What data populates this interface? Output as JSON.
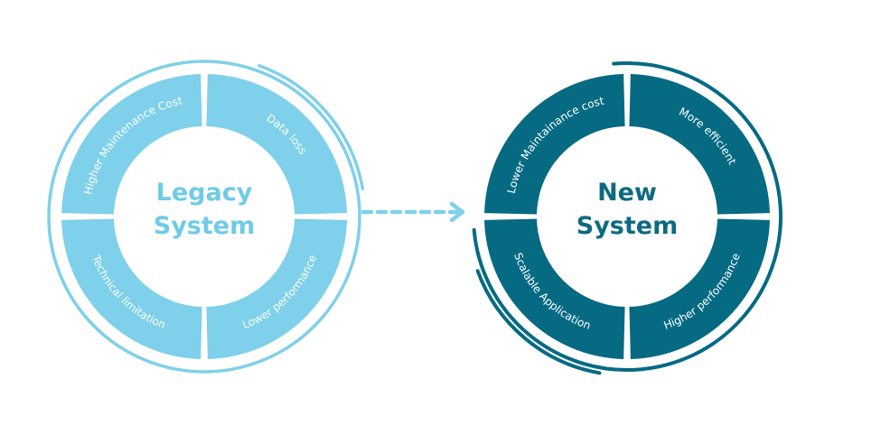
{
  "colors": {
    "legacy": "#7fd0ea",
    "legacy_text": "#6fcbe8",
    "new": "#066a83",
    "new_text": "#0e6a80",
    "background": "#ffffff"
  },
  "legacy": {
    "title_line1": "Legacy",
    "title_line2": "System",
    "segments": [
      "Higher Maintenance Cost",
      "Data loss",
      "Lower performance",
      "Technical limitation"
    ]
  },
  "new": {
    "title_line1": "New",
    "title_line2": "System",
    "segments": [
      "Lower Maintainance cost",
      "More efficient",
      "Higher performance",
      "Scalable Application"
    ]
  }
}
